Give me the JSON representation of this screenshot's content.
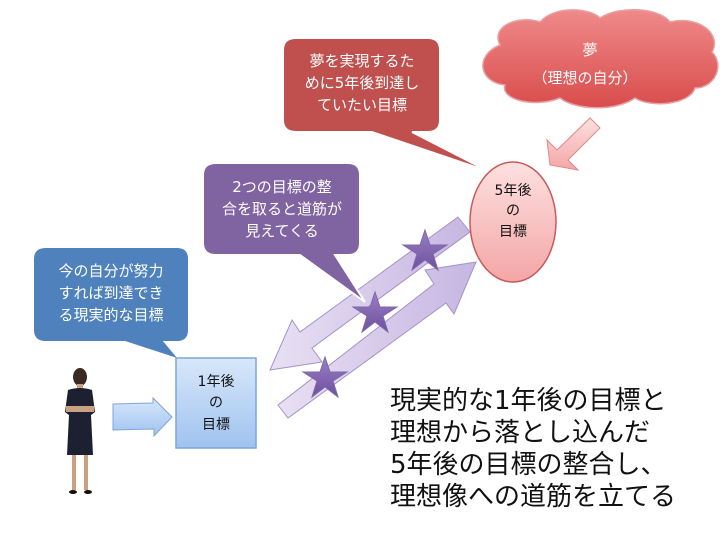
{
  "dream_cloud": {
    "title": "夢",
    "subtitle": "（理想の自分）"
  },
  "five_year_goal": {
    "lines": [
      "5年後",
      "の",
      "目標"
    ]
  },
  "one_year_goal": {
    "lines": [
      "1年後",
      "の",
      "目標"
    ]
  },
  "callout_five_year": {
    "lines": [
      "夢を実現するた",
      "めに5年後到達し",
      "ていたい目標"
    ]
  },
  "callout_alignment": {
    "lines": [
      "2つの目標の整",
      "合を取ると道筋が",
      "見えてくる"
    ]
  },
  "callout_one_year": {
    "lines": [
      "今の自分が努力",
      "すれば到達でき",
      "る現実的な目標"
    ]
  },
  "summary": {
    "lines": [
      "現実的な1年後の目標と",
      "理想から落とし込んだ",
      "5年後の目標の整合し、",
      "理想像への道筋を立てる"
    ]
  },
  "colors": {
    "red": "#c0504d",
    "purple": "#8064a2",
    "blue": "#4f81bd",
    "cloud": "#e46a6a"
  }
}
